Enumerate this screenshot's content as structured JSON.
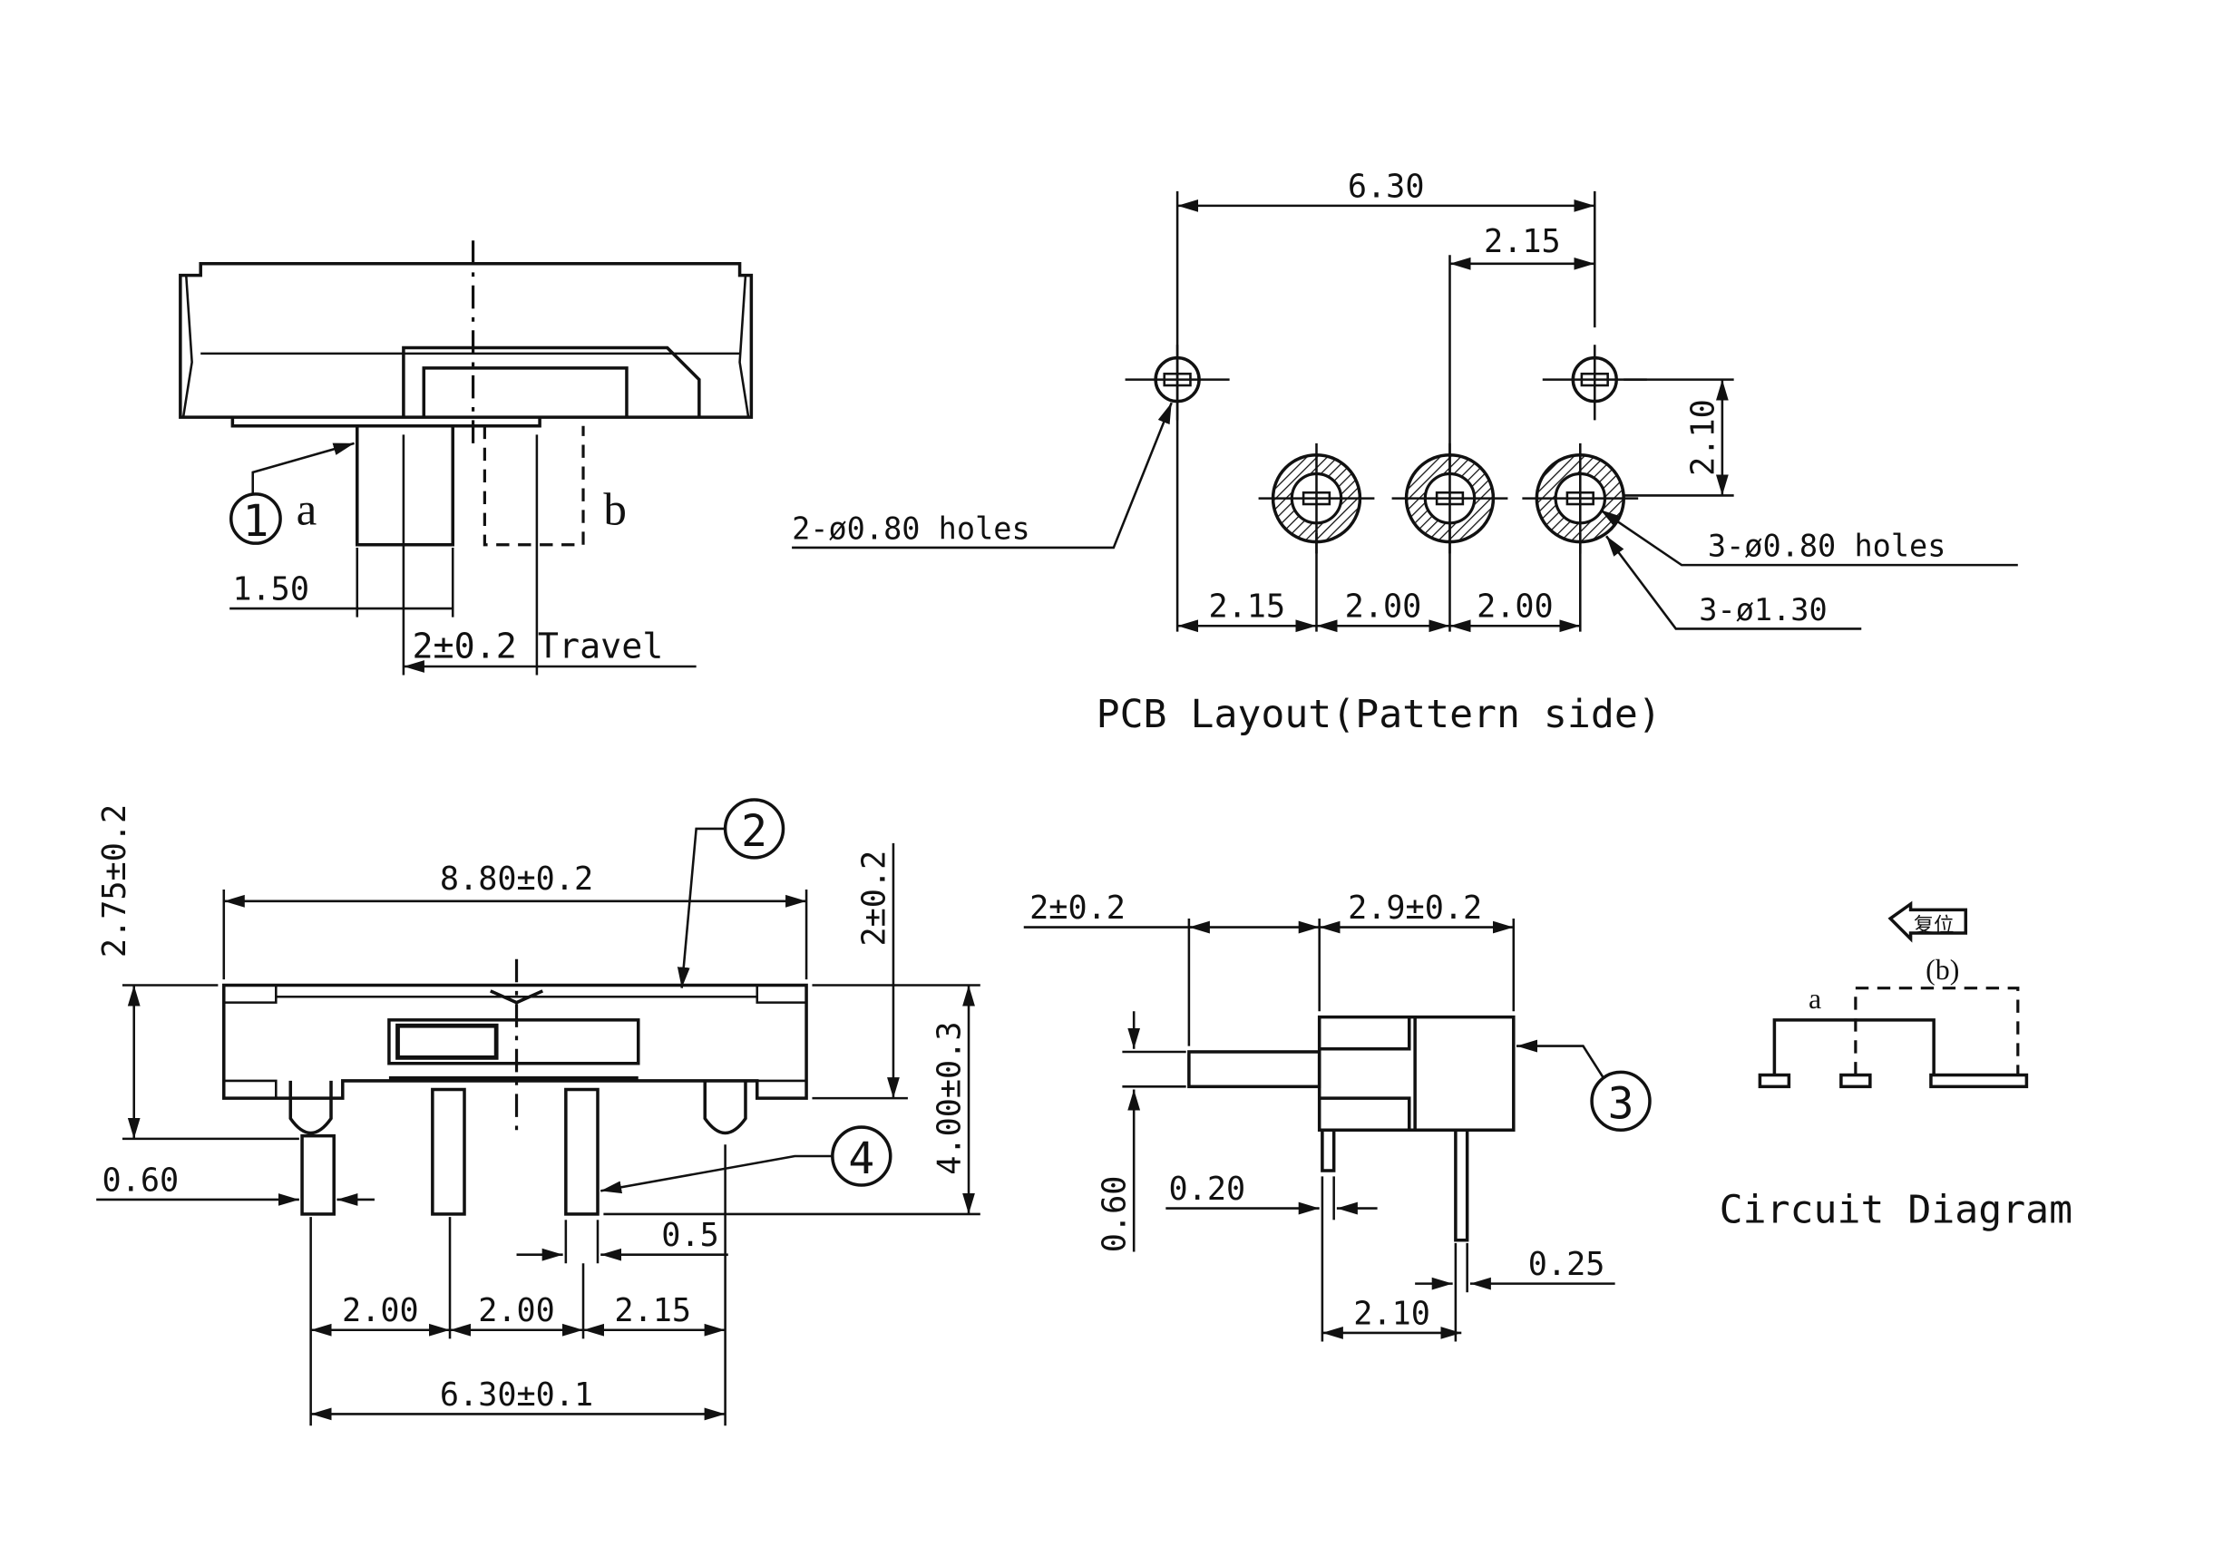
{
  "top_view": {
    "label_a": "a",
    "label_b": "b",
    "callout_1": "1",
    "dim_1_50": "1.50",
    "dim_travel": "2±0.2 Travel"
  },
  "pcb_layout": {
    "dim_6_30": "6.30",
    "dim_2_15_top": "2.15",
    "dim_2_10": "2.10",
    "dim_2_15_bottom": "2.15",
    "dim_2_00_a": "2.00",
    "dim_2_00_b": "2.00",
    "note_2_holes": "2-ø0.80 holes",
    "note_3_holes": "3-ø0.80 holes",
    "note_3_pads": "3-ø1.30",
    "title": "PCB Layout(Pattern side)"
  },
  "front_view": {
    "callout_2": "2",
    "callout_4": "4",
    "dim_2_75": "2.75±0.2",
    "dim_8_80": "8.80±0.2",
    "dim_2_right": "2±0.2",
    "dim_4_00": "4.00±0.3",
    "dim_0_60": "0.60",
    "dim_0_5": "0.5",
    "dim_2_00_a": "2.00",
    "dim_2_00_b": "2.00",
    "dim_2_15": "2.15",
    "dim_6_30": "6.30±0.1"
  },
  "side_view": {
    "callout_3": "3",
    "dim_2_top": "2±0.2",
    "dim_2_9": "2.9±0.2",
    "dim_0_60": "0.60",
    "dim_0_20": "0.20",
    "dim_0_25": "0.25",
    "dim_2_10": "2.10"
  },
  "circuit": {
    "reset_label": "复位",
    "label_a": "a",
    "label_b": "(b)",
    "title": "Circuit Diagram"
  },
  "colors": {
    "line": "#111111",
    "background": "#ffffff"
  }
}
